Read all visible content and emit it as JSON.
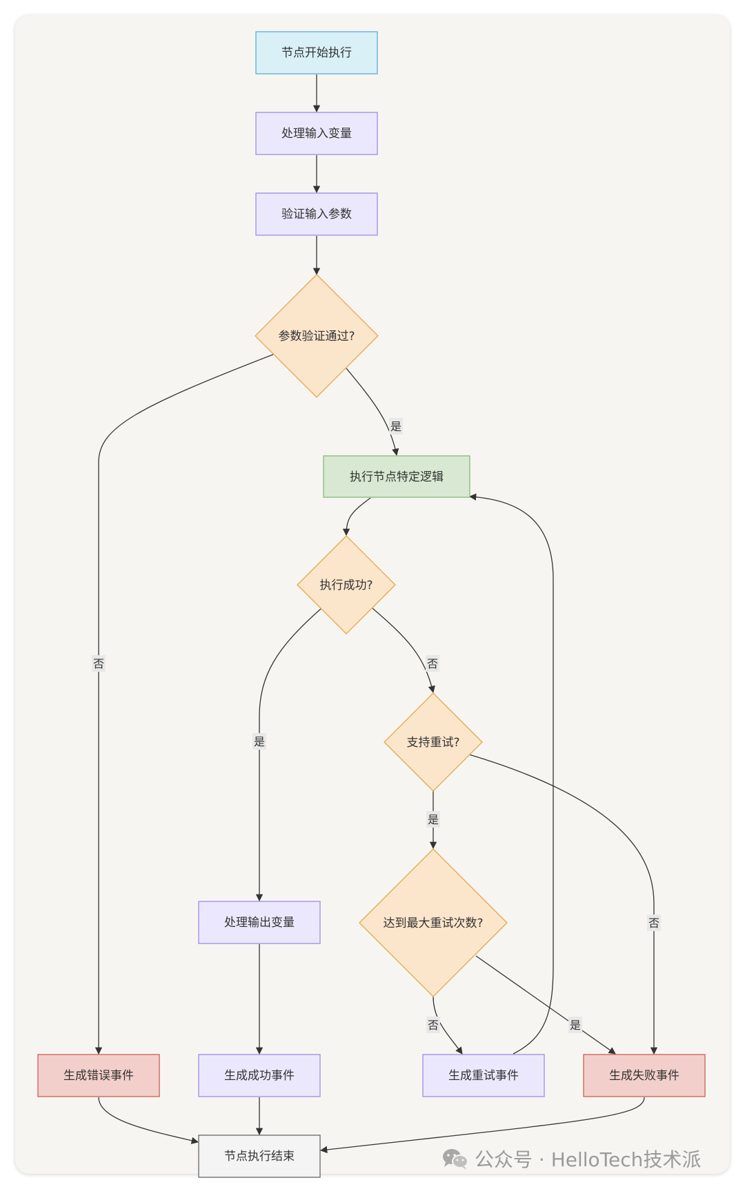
{
  "nodes": {
    "start": "节点开始执行",
    "process_input": "处理输入变量",
    "validate_input": "验证输入参数",
    "validation_passed": "参数验证通过?",
    "execute_logic": "执行节点特定逻辑",
    "execution_success": "执行成功?",
    "supports_retry": "支持重试?",
    "max_retries_reached": "达到最大重试次数?",
    "process_output": "处理输出变量",
    "error_event": "生成错误事件",
    "success_event": "生成成功事件",
    "retry_event": "生成重试事件",
    "failure_event": "生成失败事件",
    "end": "节点执行结束"
  },
  "edge_labels": {
    "yes": "是",
    "no": "否"
  },
  "watermark": {
    "text": "公众号 · HelloTech技术派",
    "icon": "wechat-icon"
  },
  "colors": {
    "start_fill": "#d9f0f7",
    "start_stroke": "#5aaed3",
    "process_fill": "#ebe8fd",
    "process_stroke": "#9c8ce8",
    "decision_fill": "#fbe5cb",
    "decision_stroke": "#e4a84a",
    "logic_fill": "#d8e8d2",
    "logic_stroke": "#86b97a",
    "error_fill": "#f3cfcb",
    "error_stroke": "#cf5c55",
    "end_fill": "#f4f4f4",
    "end_stroke": "#666666",
    "background": "#f7f5f1"
  }
}
